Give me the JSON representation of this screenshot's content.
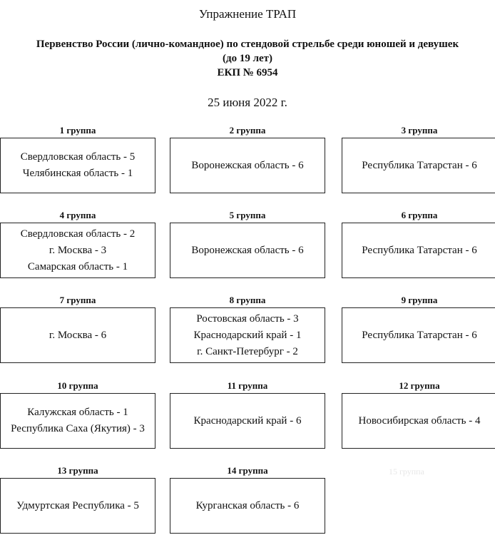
{
  "title": "Упражнение ТРАП",
  "subtitle_lines": [
    "Первенство России (лично-командное) по стендовой стрельбе среди юношей и девушек",
    "(до 19 лет)",
    "ЕКП № 6954"
  ],
  "date": "25 июня 2022 г.",
  "groups": [
    {
      "label": "1 группа",
      "lines": [
        "Свердловская область - 5",
        "Челябинская область - 1"
      ]
    },
    {
      "label": "2 группа",
      "lines": [
        "Воронежская область - 6"
      ]
    },
    {
      "label": "3 группа",
      "lines": [
        "Республика Татарстан - 6"
      ]
    },
    {
      "label": "4 группа",
      "lines": [
        "Свердловская область - 2",
        "г. Москва - 3",
        "Самарская область - 1"
      ]
    },
    {
      "label": "5 группа",
      "lines": [
        "Воронежская область - 6"
      ]
    },
    {
      "label": "6 группа",
      "lines": [
        "Республика Татарстан - 6"
      ]
    },
    {
      "label": "7 группа",
      "lines": [
        "г. Москва - 6"
      ]
    },
    {
      "label": "8 группа",
      "lines": [
        "Ростовская область - 3",
        "Краснодарский край - 1",
        "г. Санкт-Петербург - 2"
      ]
    },
    {
      "label": "9 группа",
      "lines": [
        "Республика Татарстан - 6"
      ]
    },
    {
      "label": "10 группа",
      "lines": [
        "Калужская область - 1",
        "Республика Саха (Якутия) - 3"
      ]
    },
    {
      "label": "11 группа",
      "lines": [
        "Краснодарский край - 6"
      ]
    },
    {
      "label": "12 группа",
      "lines": [
        "Новосибирская область - 4"
      ]
    },
    {
      "label": "13 группа",
      "lines": [
        "Удмуртская Республика - 5"
      ]
    },
    {
      "label": "14 группа",
      "lines": [
        "Курганская область - 6"
      ]
    }
  ],
  "ghost_text": "15 группа"
}
